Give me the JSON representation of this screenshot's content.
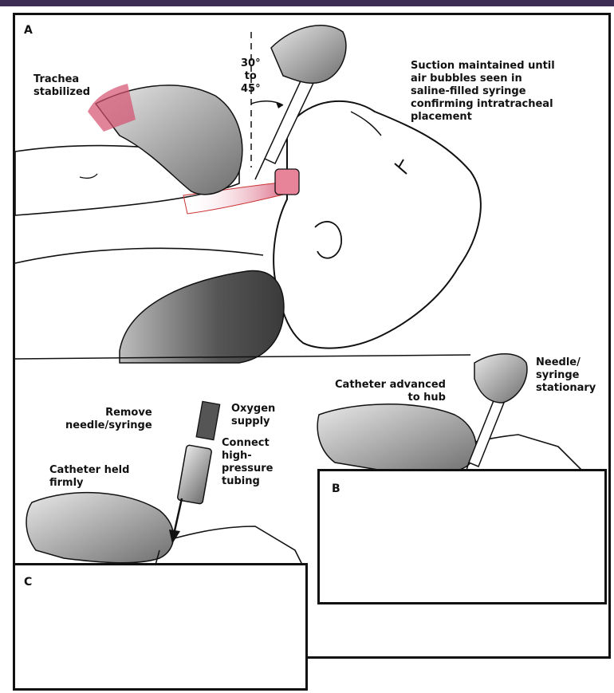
{
  "colors": {
    "frame": "#111111",
    "accent_bar": "#3d2d55",
    "trachea_pink": "#d4506e",
    "vessel_red": "#d41c1c",
    "glove_gray": "#8a8a8a",
    "pillow_gray": "#5a5a5a"
  },
  "panel_a": {
    "letter": "A",
    "trachea_label": "Trachea\nstabilized",
    "angle_label": "30°\nto\n45°",
    "suction_label": "Suction maintained until\nair bubbles seen in\nsaline-filled syringe\nconfirming intratracheal\nplacement"
  },
  "panel_b": {
    "letter": "B",
    "catheter_label": "Catheter advanced\nto hub",
    "needle_label": "Needle/\nsyringe\nstationary"
  },
  "panel_c": {
    "letter": "C",
    "remove_label": "Remove\nneedle/syringe",
    "oxygen_label": "Oxygen\nsupply",
    "connect_label": "Connect\nhigh-\npressure\ntubing",
    "catheter_held_label": "Catheter held\nfirmly"
  }
}
